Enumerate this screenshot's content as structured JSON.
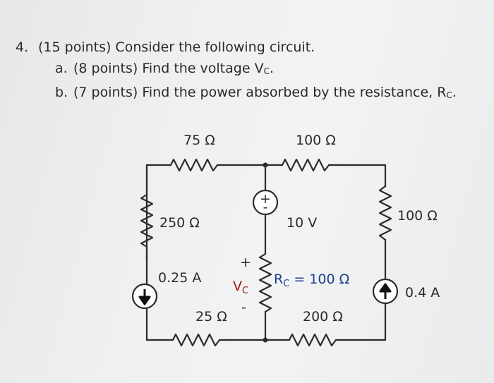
{
  "problem": {
    "number": "4.",
    "header": "(15 points) Consider the following circuit.",
    "part_a_letter": "a.",
    "part_a_text": "(8 points) Find the voltage V",
    "part_a_sub": "C",
    "part_a_end": ".",
    "part_b_letter": "b.",
    "part_b_text": "(7 points) Find the power absorbed by the resistance, R",
    "part_b_sub": "C",
    "part_b_end": "."
  },
  "circuit": {
    "r_top_left": "75 Ω",
    "r_top_right": "100 Ω",
    "r_left": "250 Ω",
    "r_right": "100 Ω",
    "voltage_source": "10 V",
    "current_left": "0.25 A",
    "current_right": "0.4 A",
    "r_bottom_left": "25 Ω",
    "r_bottom_right": "200 Ω",
    "rc_symbol": "R",
    "rc_sub": "C",
    "rc_value": " = 100 Ω",
    "vc_symbol": "V",
    "vc_sub": "C",
    "vc_plus": "+",
    "vc_minus": "-",
    "vs_plus": "+",
    "vs_minus": "-",
    "colors": {
      "wire": "#2b2b2b",
      "rc_label": "#1d3d8f",
      "vc_label": "#a01818"
    }
  }
}
